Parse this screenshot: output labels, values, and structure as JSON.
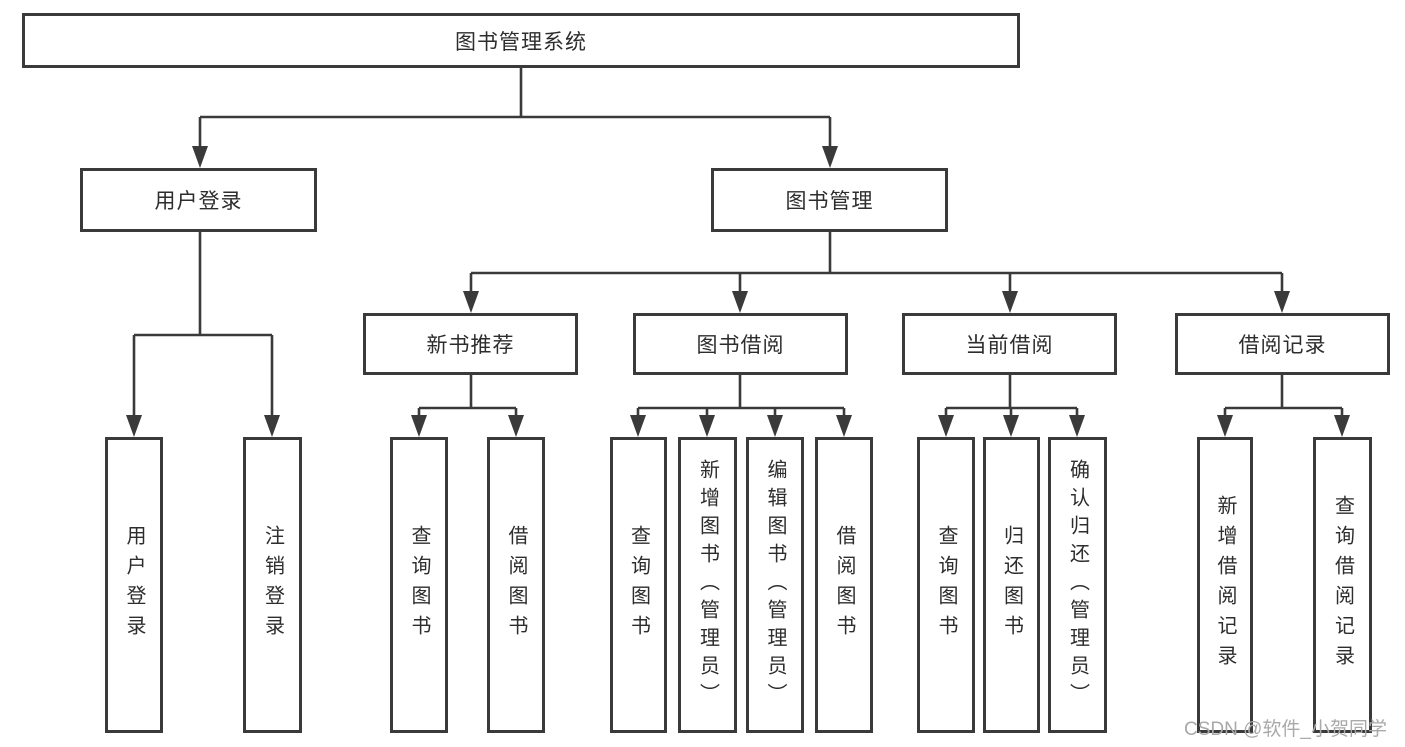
{
  "diagram": {
    "title": "图书管理系统",
    "branches": {
      "user_login": {
        "label": "用户登录",
        "children": {
          "login": "用户登录",
          "logout": "注销登录"
        }
      },
      "book_management": {
        "label": "图书管理",
        "children": {
          "new_book_recommend": {
            "label": "新书推荐",
            "children": {
              "query_books": "查询图书",
              "borrow_books": "借阅图书"
            }
          },
          "book_borrow": {
            "label": "图书借阅",
            "children": {
              "query_books": "查询图书",
              "add_books_admin": "新增图书（管理员）",
              "edit_books_admin": "编辑图书（管理员）",
              "borrow_books": "借阅图书"
            }
          },
          "current_borrow": {
            "label": "当前借阅",
            "children": {
              "query_books": "查询图书",
              "return_books": "归还图书",
              "confirm_return_admin": "确认归还（管理员）"
            }
          },
          "borrow_records": {
            "label": "借阅记录",
            "children": {
              "add_record": "新增借阅记录",
              "query_record": "查询借阅记录"
            }
          }
        }
      }
    }
  },
  "watermark": "CSDN @软件_小贺同学"
}
